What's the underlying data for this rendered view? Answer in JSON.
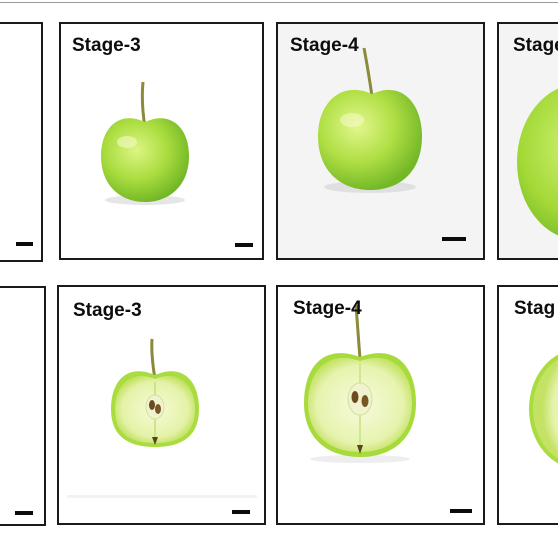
{
  "rows": [
    {
      "view": "whole",
      "panels": [
        {
          "label": ""
        },
        {
          "label": "Stage-3"
        },
        {
          "label": "Stage-4"
        },
        {
          "label": "Stage"
        }
      ]
    },
    {
      "view": "cut",
      "panels": [
        {
          "label": ""
        },
        {
          "label": "Stage-3"
        },
        {
          "label": "Stage-4"
        },
        {
          "label": "Stag"
        }
      ]
    }
  ],
  "colors": {
    "border": "#1a1a1a",
    "apple_light": "#d7f27a",
    "apple_mid": "#a8dc3c",
    "apple_dark": "#6fb525",
    "flesh": "#eef6c4",
    "stem": "#8b8a3a",
    "scale_bar": "#0b0b0b"
  }
}
